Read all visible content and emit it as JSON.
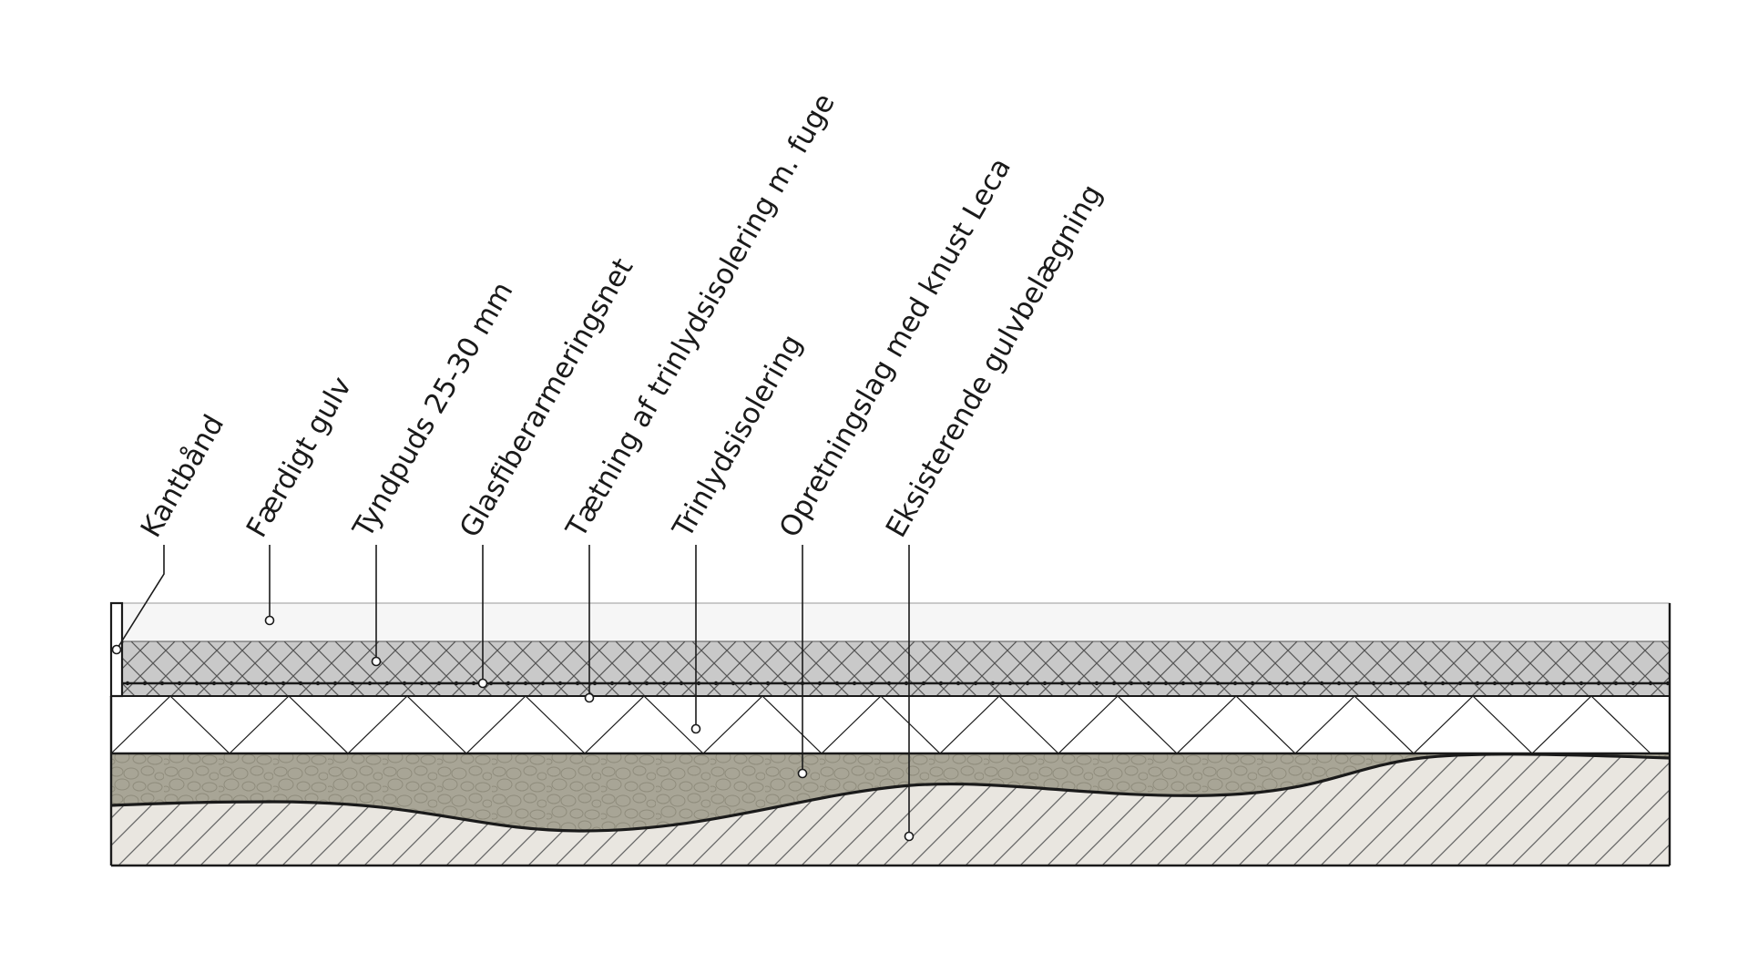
{
  "labels": [
    {
      "id": "kantband",
      "text": "Kantbånd"
    },
    {
      "id": "faerdigt-gulv",
      "text": "Færdigt gulv"
    },
    {
      "id": "tyndpuds",
      "text": "Tyndpuds 25-30 mm"
    },
    {
      "id": "glasfiber",
      "text": "Glasfiberarmeringsnet"
    },
    {
      "id": "taetning",
      "text": "Tætning af trinlydsisolering m. fuge"
    },
    {
      "id": "trinlydsisolering",
      "text": "Trinlydsisolering"
    },
    {
      "id": "opretningslag",
      "text": "Opretningslag med knust Leca"
    },
    {
      "id": "eksisterende",
      "text": "Eksisterende gulvbelægning"
    }
  ],
  "colors": {
    "finished_floor": "#f6f6f6",
    "screed": "#c9c9c9",
    "insulation": "#ffffff",
    "leca": "#a8a596",
    "existing_floor": "#e9e6e0",
    "lines": "#1a1a1a"
  }
}
